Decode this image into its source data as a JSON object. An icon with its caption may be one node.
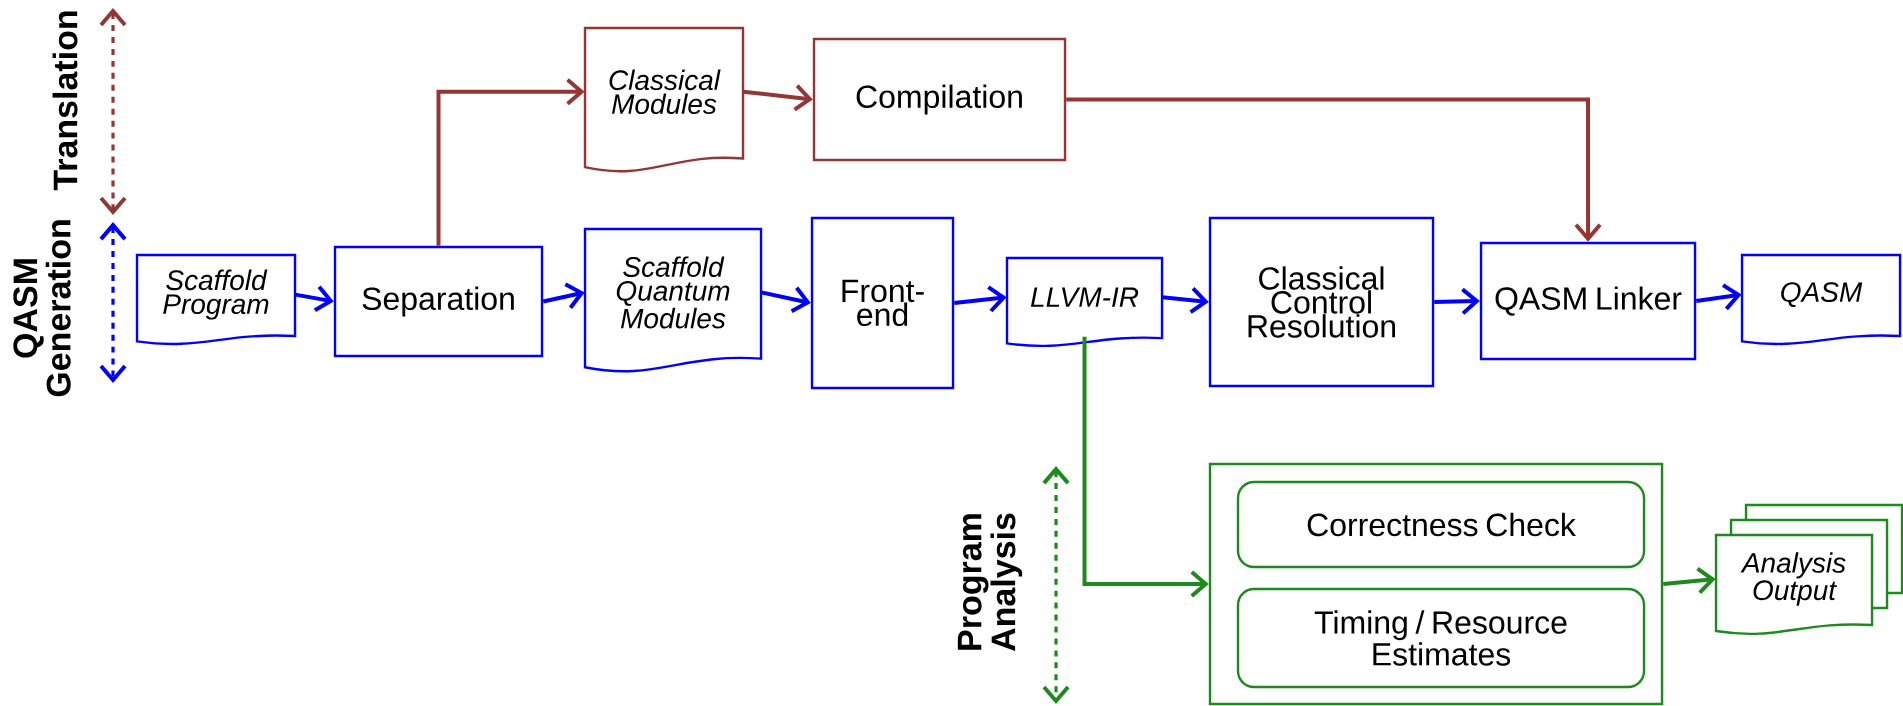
{
  "diagram": {
    "nodes": [
      {
        "text": [
          "Classical Modules"
        ]
      },
      {
        "text": [
          "Compilation"
        ]
      },
      {
        "text": [
          "Scaffold Program"
        ]
      },
      {
        "text": [
          "Separation"
        ]
      },
      {
        "text": [
          "Scaffold Quantum Modules"
        ]
      },
      {
        "text": [
          "Front-end"
        ]
      },
      {
        "text": [
          "LLVM-IR"
        ]
      },
      {
        "text": [
          "Classical Control Resolution"
        ]
      },
      {
        "text": [
          "QASM Linker"
        ]
      },
      {
        "text": [
          "QASM"
        ]
      },
      {
        "text": [],
        "shape": "box"
      },
      {
        "text": [
          "Correctness Check"
        ],
        "in": 10
      },
      {
        "text": [
          "Timing / Resource Estimates"
        ],
        "in": 10
      },
      {
        "text": [
          "Analysis Output"
        ]
      }
    ],
    "edges": [
      {
        "from": 2,
        "to": 3,
        "arrow": "to"
      },
      {
        "from": 3,
        "to": 4,
        "arrow": "to"
      },
      {
        "from": 4,
        "to": 5,
        "arrow": "to"
      },
      {
        "from": 5,
        "to": 6,
        "arrow": "to"
      },
      {
        "from": 6,
        "to": 7,
        "arrow": "to"
      },
      {
        "from": 7,
        "to": 8,
        "arrow": "to"
      },
      {
        "from": 8,
        "to": 9,
        "arrow": "to"
      },
      {
        "from": 3,
        "to": 0,
        "arrow": "to",
        "color": "#943634"
      },
      {
        "from": 0,
        "to": 1,
        "arrow": "to",
        "color": "#943634"
      },
      {
        "from": 1,
        "to": 8,
        "arrow": "to",
        "color": "#943634"
      },
      {
        "from": 6,
        "to": 10,
        "arrow": "to",
        "color": "#1e8a1e"
      },
      {
        "from": 10,
        "to": 13,
        "arrow": "to",
        "color": "#1e8a1e"
      }
    ],
    "labels": [
      "Translation",
      "QASM Generation",
      "Program Analysis"
    ]
  }
}
